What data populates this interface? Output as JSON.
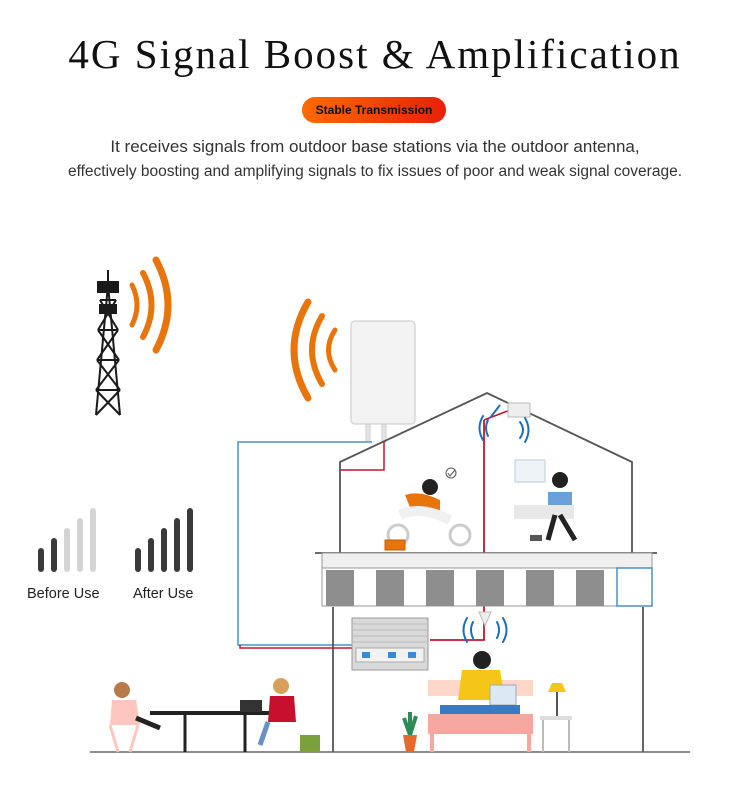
{
  "header": {
    "title": "4G Signal Boost & Amplification",
    "badge": "Stable Transmission",
    "description_line1": "It receives signals from outdoor base stations via the outdoor antenna,",
    "description_line2": "effectively boosting and amplifying signals to fix issues of poor and weak signal coverage."
  },
  "legend": {
    "before_label": "Before Use",
    "after_label": "After Use"
  },
  "colors": {
    "accent_orange": "#e8740c",
    "badge_start": "#ff6a00",
    "badge_end": "#e8200a",
    "cable_red": "#c8102e",
    "cable_blue": "#4a90c8",
    "wifi_blue": "#1e6fb0",
    "signal_strong": "#3a3a3a",
    "signal_weak": "#d4d4d4"
  }
}
